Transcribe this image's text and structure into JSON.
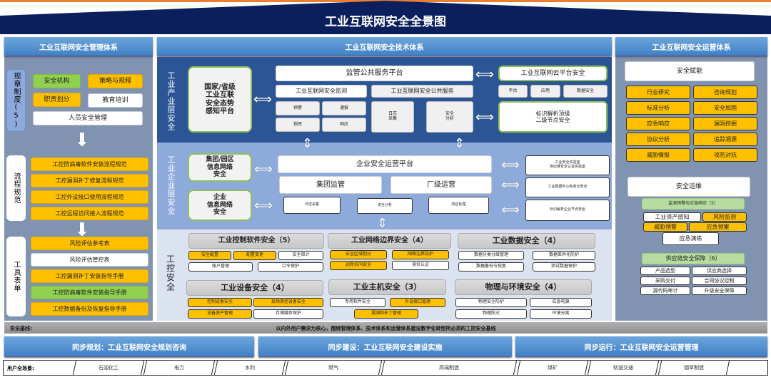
{
  "title": "工业互联网安全全景图",
  "colors": {
    "navy": "#0b1f5c",
    "orange": "#ffc000",
    "green": "#92d050",
    "accent_line": "#ed7d31"
  },
  "management": {
    "header": "工业互联网安全管理体系",
    "rules": {
      "label": "规章制度(5)",
      "items": [
        "安全机构",
        "策略与规程",
        "职责划分",
        "教育培训",
        "人员安全管理"
      ]
    },
    "process": {
      "label": "流程规范",
      "items": [
        "工控防病毒软件安装流程规范",
        "工控漏洞补丁修复流程规范",
        "工控外设接口使用流程规范",
        "工控远程访问接入流程规范"
      ]
    },
    "tools": {
      "label": "工具表单",
      "items": [
        "风险评估参考表",
        "风险评估管控表",
        "工控漏洞补丁安装指导手册",
        "工控防病毒软件安装指导手册",
        "工控数据备份及恢复指导手册"
      ]
    }
  },
  "technology": {
    "header": "工业互联网安全技术体系",
    "industry": {
      "label": "工业产业层安全",
      "perception": "国家/省级\n工业互联\n安全态势\n感知平台",
      "supervision_platform": "监管公共服务平台",
      "monitoring": "工业互联网安全监测",
      "monitoring_items": [
        "预警",
        "通报",
        "指挥",
        "响应"
      ],
      "public_service": "工业互联网安全公共服务",
      "public_service_items": [
        "日志\n采集",
        "安全\n分析"
      ],
      "cloud": "工业互联网云平台安全",
      "cloud_items": [
        "平台",
        "应用",
        "数据安全"
      ],
      "identifier": "标识解析顶级\n二级节点安全"
    },
    "enterprise": {
      "label": "工业企业层安全",
      "group_network": "集团/园区\n信息网络\n安全",
      "enterprise_network": "企业\n信息网络\n安全",
      "ops_platform": "企业安全运营平台",
      "group_supervision": "集团监管",
      "factory_ops": "厂级运营",
      "ops_items": [
        "日志采集",
        "安全分析",
        "响应处理"
      ],
      "right_items": [
        "工业安全实验室\n供应链安全认证实验室",
        "工业数据中心私有云安全",
        "标识解析企业节点安全"
      ]
    },
    "control": {
      "label": "工控安全",
      "groups": [
        {
          "title": "工业控制软件安全（5）",
          "items": [
            "安全配置",
            "配置变更",
            "安全审计",
            "账户管理",
            "口令保护"
          ]
        },
        {
          "title": "工业网络边界安全（4）",
          "items": [
            "安全区域划分",
            "网络边界防护",
            "远程访问安全",
            "身份认证"
          ]
        },
        {
          "title": "工业数据安全（4）",
          "items": [
            "数据分类分级管理",
            "数据差异化防护",
            "数据备份与恢复",
            "测试数据保护"
          ]
        },
        {
          "title": "工业设备安全（4）",
          "items": [
            "控制设备安全",
            "现场测控设备安全",
            "设备资产管理",
            "存储媒体保护"
          ]
        },
        {
          "title": "工业主机安全（3）",
          "items": [
            "专用软件安全",
            "外设接口管理",
            "漏洞和补丁管理"
          ]
        },
        {
          "title": "物理与环境安全（4）",
          "items": [
            "物理安全防护",
            "应急电源",
            "物理防灾",
            "环境分离"
          ]
        }
      ]
    }
  },
  "operations": {
    "header": "工业互联网安全运营体系",
    "empowerment": {
      "title": "安全赋能",
      "items": [
        "行业研究",
        "咨询规划",
        "标准分析",
        "安全加固",
        "应急响应",
        "漏洞挖掘",
        "协议分析",
        "追踪溯源",
        "威胁情报",
        "攻防对抗"
      ]
    },
    "maintenance": {
      "title": "安全运维",
      "monitoring": {
        "title": "监测预警与应急响应（5）",
        "items": [
          "工业资产感知",
          "风险监测",
          "威胁预警",
          "应急预案",
          "应急演练"
        ]
      },
      "supply_chain": {
        "title": "供应链安全保障（6）",
        "items": [
          "产品选型",
          "供应商选择",
          "采购交付",
          "合同协议控制",
          "源代码审计",
          "升级安全保障"
        ]
      }
    }
  },
  "baseline": {
    "label": "安全基线:",
    "text": "以内外用户需求为核心，围绕管理体系、技术体系和运营体系建设数字化转型所必须的工控安全基线"
  },
  "sync": [
    "同步规划：工业互联网安全规划咨询",
    "同步建设：工业互联网安全建设实施",
    "同步运行：工业互联网安全运营管理"
  ],
  "scenarios": {
    "label": "用户全场景:",
    "items": [
      "石油化工",
      "电力",
      "水利",
      "燃气",
      "高端制造",
      "煤矿",
      "轨道交通",
      "烟草制造"
    ]
  }
}
